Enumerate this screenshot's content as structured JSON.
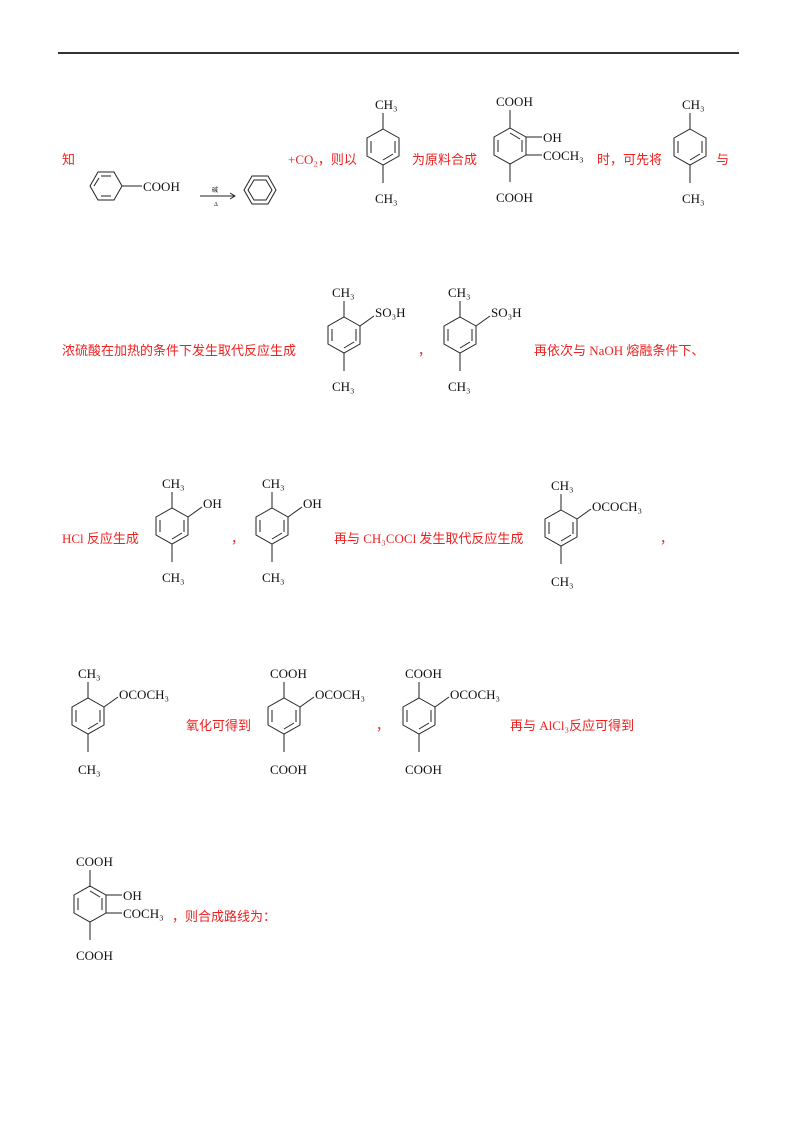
{
  "colors": {
    "text_red": "#ee2020",
    "structure": "#111111",
    "rule": "#333333"
  },
  "line1": {
    "t1": "知",
    "benzoic_acid": {
      "group": "COOH"
    },
    "arrow": {
      "above": "碱",
      "below": "Δ"
    },
    "t2": "+CO₂，则以",
    "p_xylene": {
      "top": "CH₃",
      "bottom": "CH₃"
    },
    "t3": "为原料合成",
    "target": {
      "top": "COOH",
      "oh": "OH",
      "acetyl": "COCH₃",
      "bottom": "COOH"
    },
    "t4": "时，可先将",
    "p_xylene_2": {
      "top": "CH₃",
      "bottom": "CH₃"
    },
    "t5": "与"
  },
  "line2": {
    "t1": "浓硫酸在加热的条件下发生取代反应生成",
    "sulfonic_1": {
      "top": "CH₃",
      "sub": "SO₃H",
      "bottom": "CH₃"
    },
    "comma": "，",
    "sulfonic_2": {
      "top": "CH₃",
      "sub": "SO₃H",
      "bottom": "CH₃"
    },
    "t2": "再依次与 NaOH 熔融条件下、"
  },
  "line3": {
    "t1": "HCl 反应生成",
    "phenol_1": {
      "top": "CH₃",
      "sub": "OH",
      "bottom": "CH₃"
    },
    "comma": "，",
    "phenol_2": {
      "top": "CH₃",
      "sub": "OH",
      "bottom": "CH₃"
    },
    "t2": "再与 CH₃COCl 发生取代反应生成",
    "ester": {
      "top": "CH₃",
      "sub": "OCOCH₃",
      "bottom": "CH₃"
    },
    "comma2": "，"
  },
  "line4": {
    "ester": {
      "top": "CH₃",
      "sub": "OCOCH₃",
      "bottom": "CH₃"
    },
    "t1": "氧化可得到",
    "acid_ester_1": {
      "top": "COOH",
      "sub": "OCOCH₃",
      "bottom": "COOH"
    },
    "comma": "，",
    "acid_ester_2": {
      "top": "COOH",
      "sub": "OCOCH₃",
      "bottom": "COOH"
    },
    "t2": "再与 AlCl₃反应可得到"
  },
  "line5": {
    "target": {
      "top": "COOH",
      "oh": "OH",
      "acetyl": "COCH₃",
      "bottom": "COOH"
    },
    "t1": "，则合成路线为："
  }
}
